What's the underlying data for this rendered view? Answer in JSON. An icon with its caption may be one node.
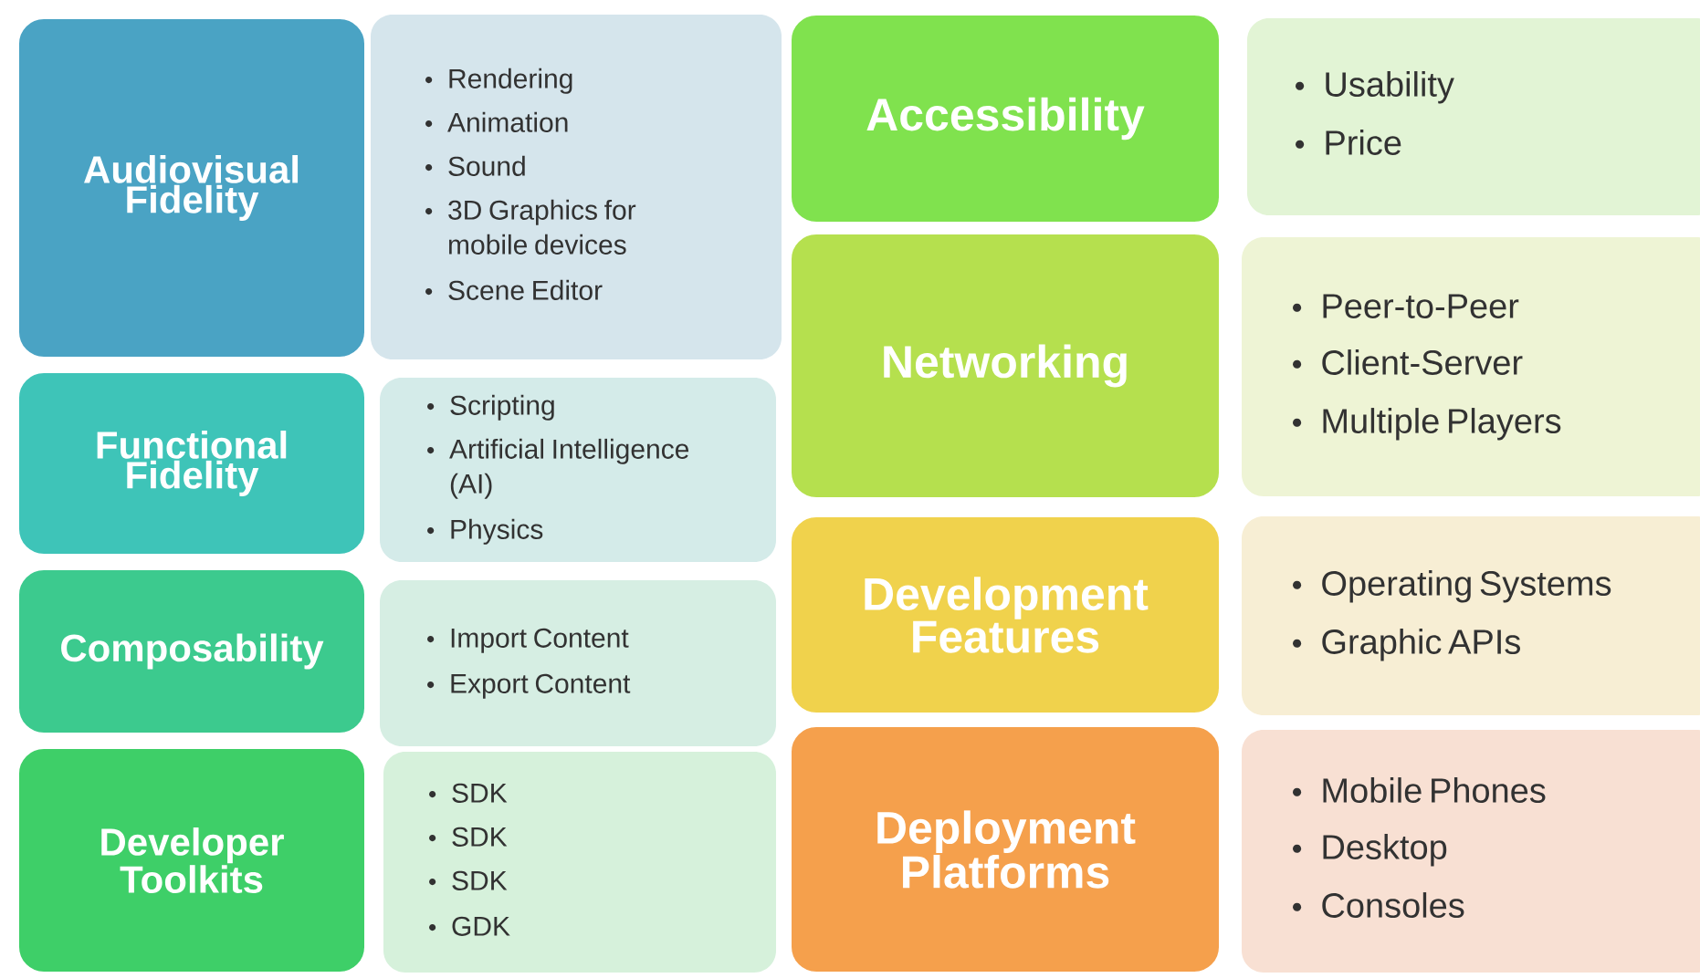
{
  "diagram": {
    "nodes": [
      {
        "text": [
          "Audiovisual Fidelity"
        ]
      },
      {
        "text": [
          "Rendering",
          "Animation",
          "Sound",
          "3D Graphics for mobile devices",
          "Scene Editor"
        ]
      },
      {
        "text": [
          "Functional Fidelity"
        ]
      },
      {
        "text": [
          "Scripting",
          "Artificial Intelligence (AI)",
          "Physics"
        ]
      },
      {
        "text": [
          "Composability"
        ]
      },
      {
        "text": [
          "Import Content",
          "Export Content"
        ]
      },
      {
        "text": [
          "Developer Toolkits"
        ]
      },
      {
        "text": [
          "SDK",
          "SDK",
          "SDK",
          "GDK"
        ]
      },
      {
        "text": [
          "Accessibility"
        ]
      },
      {
        "text": [
          "Usability",
          "Price"
        ]
      },
      {
        "text": [
          "Networking"
        ]
      },
      {
        "text": [
          "Peer-to-Peer",
          "Client-Server",
          "Multiple Players"
        ]
      },
      {
        "text": [
          "Development Features"
        ]
      },
      {
        "text": [
          "Operating Systems",
          "Graphic APIs"
        ]
      },
      {
        "text": [
          "Deployment Platforms"
        ]
      },
      {
        "text": [
          "Mobile Phones",
          "Desktop",
          "Consoles"
        ]
      }
    ]
  }
}
